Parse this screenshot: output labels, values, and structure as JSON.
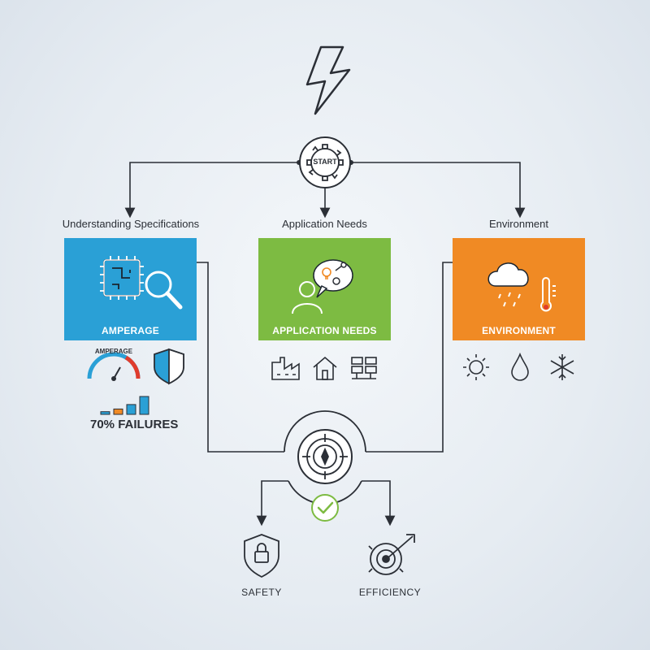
{
  "start_node": {
    "label": "START"
  },
  "branches": [
    {
      "title": "Understanding Specifications",
      "card_label": "AMPERAGE",
      "color": "#2aa0d6"
    },
    {
      "title": "Application Needs",
      "card_label": "APPLICATION NEEDS",
      "color": "#7dbb42"
    },
    {
      "title": "Environment",
      "card_label": "ENVIRONMENT",
      "color": "#f08a24"
    }
  ],
  "amperage_details": {
    "gauge_label": "AMPERAGE",
    "stat": "70% FAILURES",
    "bar_levels": [
      0.15,
      0.3,
      0.55,
      1.0
    ]
  },
  "outcomes": [
    {
      "label": "SAFETY"
    },
    {
      "label": "EFFICIENCY"
    }
  ],
  "colors": {
    "line": "#2b2f36",
    "check": "#7dbb42",
    "bars": "#2aa0d6",
    "bar_accent": "#f08a24"
  },
  "icons": [
    "lightning-icon",
    "gear-icon",
    "chip-icon",
    "magnifier-icon",
    "person-icon",
    "lightbulb-icon",
    "wrench-icon",
    "cloud-rain-icon",
    "thermometer-icon",
    "gauge-icon",
    "shield-icon",
    "bar-chart-icon",
    "factory-icon",
    "house-icon",
    "server-icon",
    "sun-icon",
    "droplet-icon",
    "snowflake-icon",
    "compass-icon",
    "check-icon",
    "lock-shield-icon",
    "target-arrow-icon"
  ]
}
